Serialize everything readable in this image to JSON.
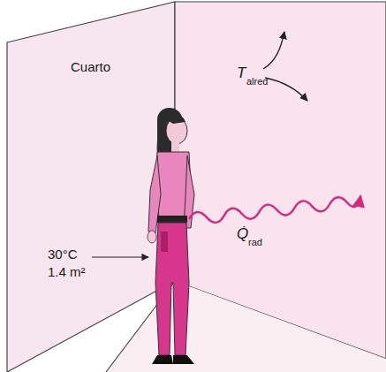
{
  "diagram": {
    "labels": [
      "Cuarto",
      "T",
      "alred",
      "30°C",
      "1.4 m²",
      "Q̇",
      "rad"
    ]
  }
}
